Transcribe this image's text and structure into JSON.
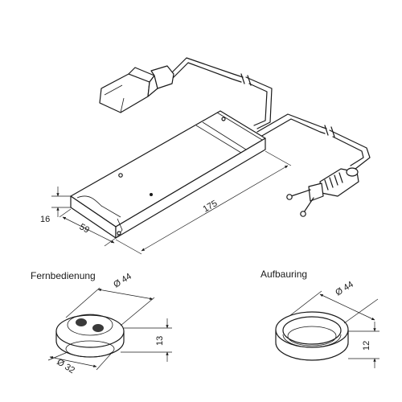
{
  "labels": {
    "remote_title": "Fernbedienung",
    "ring_title": "Aufbauring"
  },
  "dimensions": {
    "transformer_length": "175",
    "transformer_width": "59",
    "transformer_height": "16",
    "remote_outer_diameter": "Ø 44",
    "remote_inner_diameter": "Ø 32",
    "remote_height": "13",
    "ring_diameter": "Ø 44",
    "ring_height": "12"
  }
}
